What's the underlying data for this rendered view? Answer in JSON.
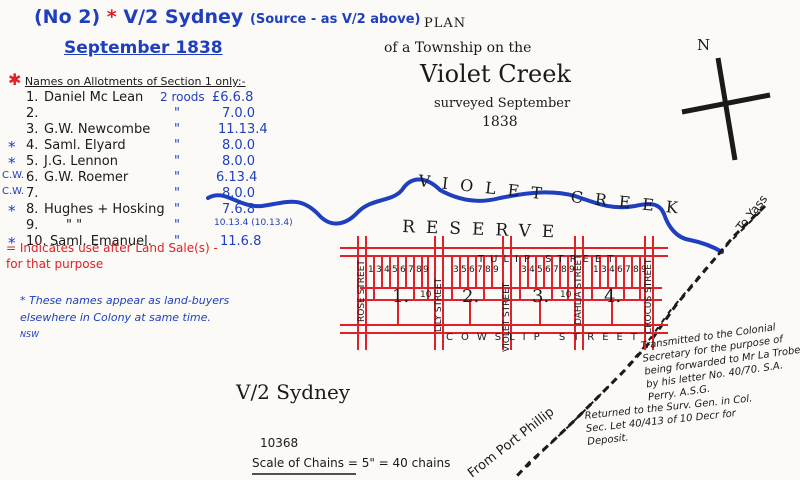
{
  "colors": {
    "creek": "#1f3fbf",
    "street": "#e0202a",
    "ink": "#1a1a1a",
    "note_blue": "#1f3fbf",
    "paper": "#fbfaf6"
  },
  "header": {
    "no_label": "(No 2)",
    "asterisk": "*",
    "ref": "V/2 Sydney",
    "source": "(Source - as V/2 above)",
    "date": "September 1838"
  },
  "title": {
    "line1": "PLAN",
    "line2": "of a Township on the",
    "line3": "Violet Creek",
    "line4": "surveyed September",
    "line5": "1838"
  },
  "allotments": {
    "heading": "Names on Allotments of Section 1 only:-",
    "rows": [
      {
        "marker": "",
        "num": "1.",
        "name": "Daniel Mc Lean",
        "size": "2 roods",
        "price": "£6.6.8"
      },
      {
        "marker": "",
        "num": "2.",
        "name": "",
        "size": "\"",
        "price": "7.0.0"
      },
      {
        "marker": "",
        "num": "3.",
        "name": "G.W. Newcombe",
        "size": "\"",
        "price": "11.13.4"
      },
      {
        "marker": "*",
        "num": "4.",
        "name": "Saml. Elyard",
        "size": "\"",
        "price": "8.0.0"
      },
      {
        "marker": "*",
        "num": "5.",
        "name": "J.G. Lennon",
        "size": "\"",
        "price": "8.0.0"
      },
      {
        "marker": "C.W.",
        "num": "6.",
        "name": "G.W. Roemer",
        "size": "\"",
        "price": "6.13.4"
      },
      {
        "marker": "C.W.",
        "num": "7.",
        "name": "",
        "size": "\"",
        "price": "8.0.0"
      },
      {
        "marker": "*",
        "num": "8.",
        "name": "Hughes + Hosking",
        "size": "\"",
        "price": "7.6.8"
      },
      {
        "marker": "",
        "num": "9.",
        "name": "\"  \"",
        "size": "\"",
        "price": "10.13.4 (10.13.4)"
      },
      {
        "marker": "*",
        "num": "10.",
        "name": "Saml. Emanuel.",
        "size": "\"",
        "price": "11.6.8"
      }
    ]
  },
  "notes": {
    "red_note": "= Indicates use after Land Sale(s) - for that purpose",
    "blue_note": "* These names appear as land-buyers elsewhere in Colony at same time.",
    "blue_note_mark": "NSW"
  },
  "map": {
    "creek_label": "VIOLET CREEK",
    "reserve_label": "RESERVE",
    "streets": {
      "tulip": "TULIP STREET",
      "cowslip": "COWSLIP STREET",
      "rose": "ROSE STREET",
      "lily": "LILY STREET",
      "violet": "VIOLET STREET",
      "dahlia": "DAHLIA STREET",
      "crocus": "CROCUS STREET"
    },
    "sections": [
      "1.",
      "2.",
      "3.",
      "4."
    ],
    "lot_numbers": [
      "1",
      "2",
      "3",
      "4",
      "5",
      "6",
      "7",
      "8",
      "9",
      "10"
    ],
    "road_yass": "To Yass",
    "road_port_phillip": "From Port Phillip",
    "north_label": "N"
  },
  "annotations": {
    "transmitted": "Transmitted to the Colonial Secretary for the purpose of being forwarded to Mr La Trobe by his letter No. 40/70. S.A. Perry. A.S.G.",
    "returned": "Returned to the Surv. Gen. in Col. Sec. Let 40/413 of 10 Decr for Deposit."
  },
  "footer": {
    "ref": "V/2 Sydney",
    "number": "10368",
    "scale": "Scale of Chains = 5\" = 40 chains"
  }
}
